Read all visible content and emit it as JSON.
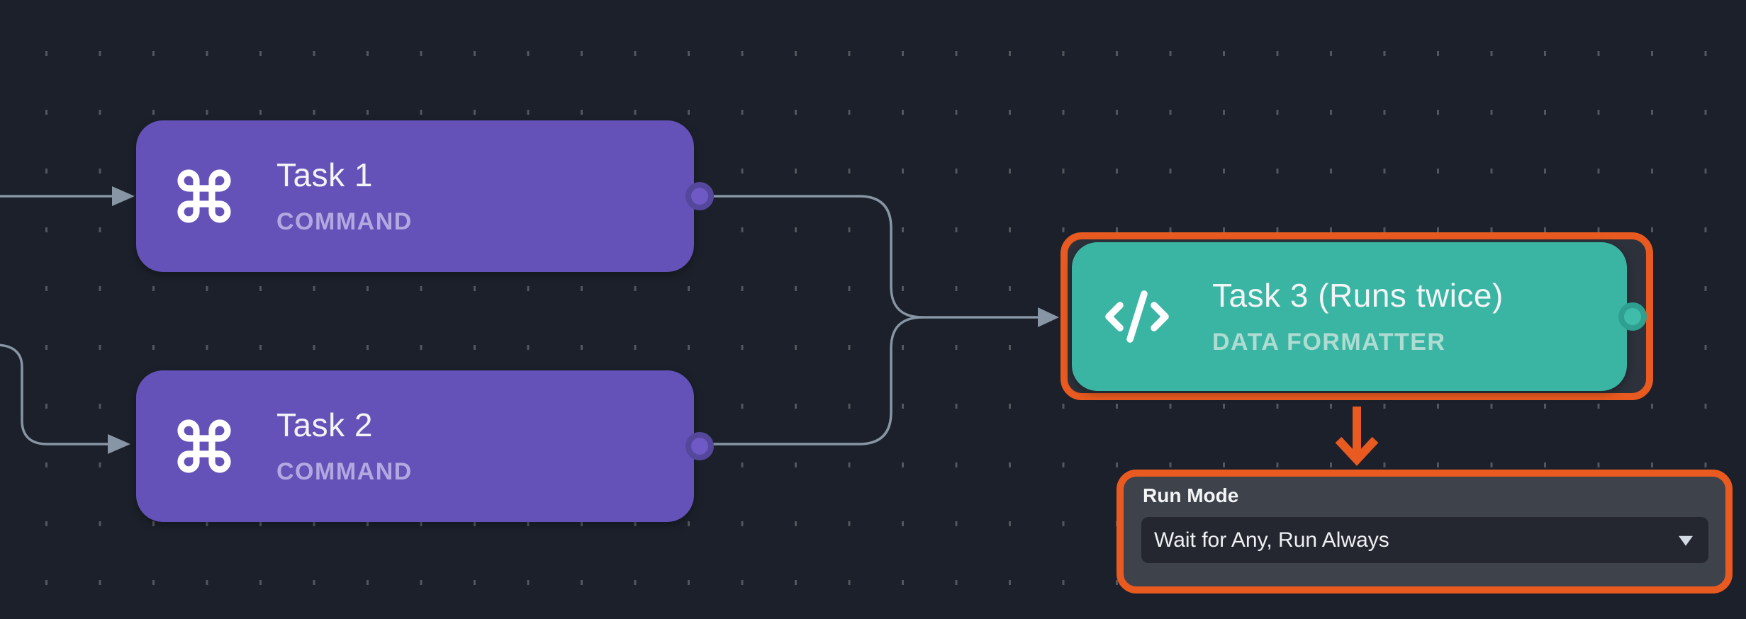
{
  "canvas": {
    "background_color": "#1b202a",
    "grid_dot_color": "#53565c"
  },
  "nodes": [
    {
      "id": "task-1",
      "title": "Task 1",
      "subtitle": "COMMAND",
      "icon": "command-icon",
      "color": "#6452b8"
    },
    {
      "id": "task-2",
      "title": "Task 2",
      "subtitle": "COMMAND",
      "icon": "command-icon",
      "color": "#6452b8"
    },
    {
      "id": "task-3",
      "title": "Task 3 (Runs twice)",
      "subtitle": "DATA FORMATTER",
      "icon": "code-icon",
      "color": "#3bb5a3",
      "highlighted": true
    }
  ],
  "edges": [
    {
      "from": "offscreen-left",
      "to": "task-1"
    },
    {
      "from": "offscreen-left",
      "to": "task-2"
    },
    {
      "from": "task-1",
      "to": "task-3"
    },
    {
      "from": "task-2",
      "to": "task-3"
    }
  ],
  "annotation": {
    "highlight_color": "#e85a1f",
    "highlighted_node": "task-3"
  },
  "run_mode_panel": {
    "label": "Run Mode",
    "dropdown_value": "Wait for Any, Run Always",
    "dropdown_icon": "caret-down-icon"
  },
  "edge_color": "#8795a4"
}
